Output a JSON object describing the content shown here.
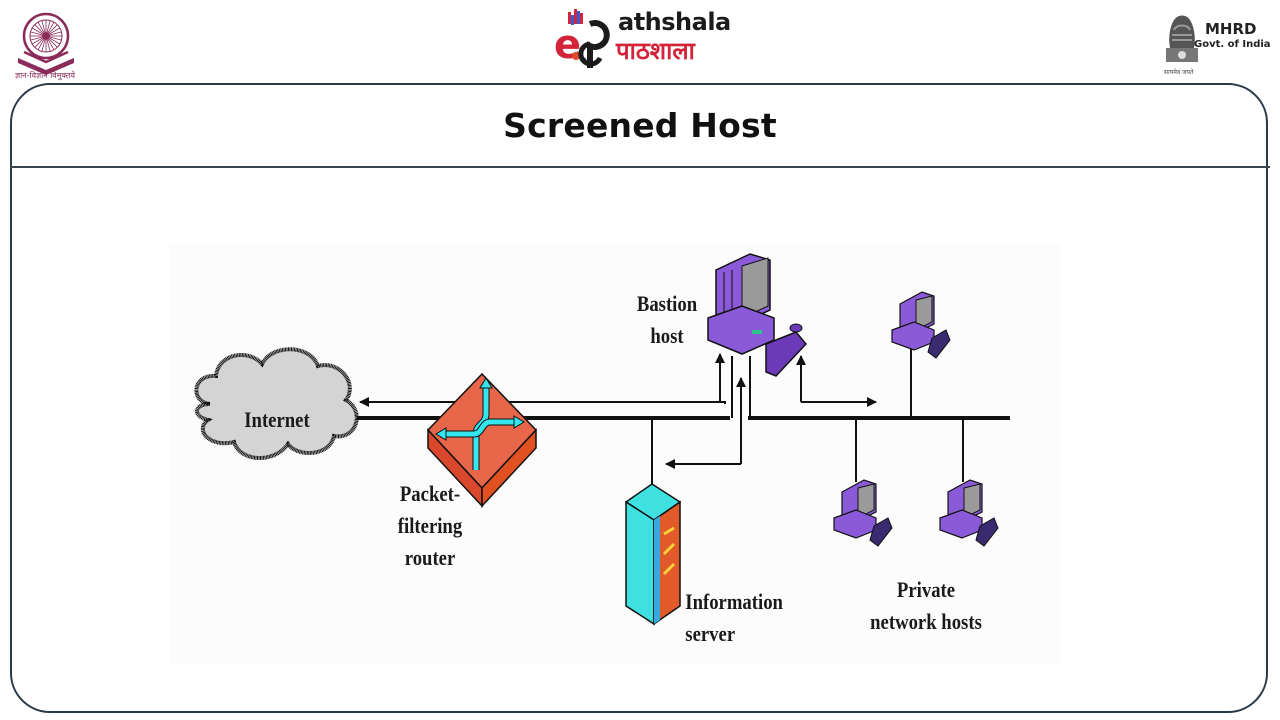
{
  "header": {
    "left_logo": {
      "name": "UGC logo",
      "caption": "ज्ञान-विज्ञान विमुक्तये"
    },
    "center_logo": {
      "line1": "athshala",
      "line2": "पाठशाला",
      "prefix": "e",
      "p_glyph": "p"
    },
    "right_logo": {
      "title": "MHRD",
      "subtitle": "Govt. of India",
      "caption": "सत्यमेव जयते"
    }
  },
  "slide": {
    "title": "Screened Host"
  },
  "diagram": {
    "nodes": [
      {
        "id": "internet",
        "label": "Internet",
        "icon": "cloud-icon"
      },
      {
        "id": "router",
        "label": "Packet- filtering router",
        "lines": [
          "Packet-",
          "filtering",
          "router"
        ],
        "icon": "router-icon"
      },
      {
        "id": "bastion",
        "label": "Bastion host",
        "lines": [
          "Bastion",
          "host"
        ],
        "icon": "computer-icon"
      },
      {
        "id": "info_server",
        "label": "Information server",
        "lines": [
          "Information",
          "server"
        ],
        "icon": "server-icon"
      },
      {
        "id": "private_hosts",
        "label": "Private network hosts",
        "lines": [
          "Private",
          "network hosts"
        ],
        "icon": "computer-icon"
      }
    ],
    "colors": {
      "cloud": "#d4d4d4",
      "router": "#e8664a",
      "router_arrows": "#35e6ee",
      "computer": "#8a5ad8",
      "server": "#3fe0e0",
      "server_panel": "#e05a2a",
      "line": "#111111"
    }
  }
}
